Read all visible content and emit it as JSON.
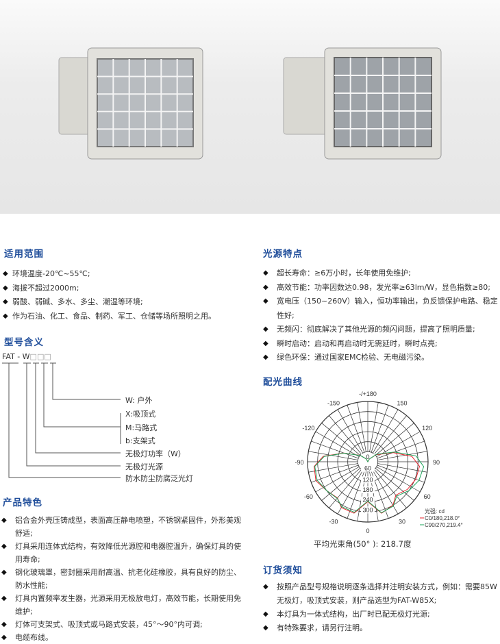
{
  "scope": {
    "title": "适用范围",
    "items": [
      "环境温度-20℃~55℃;",
      "海拔不超过2000m;",
      "弱酸、弱碱、多水、多尘、潮湿等环境;",
      "作为石油、化工、食品、制药、军工、仓储等场所照明之用。"
    ]
  },
  "model": {
    "title": "型号含义",
    "code": "FAT - W",
    "boxes": "□□□",
    "labels": [
      "W:  户外",
      "X:吸顶式",
      "M:马路式",
      "b:支架式",
      "无极灯功率（W）",
      "无极灯光源",
      "防水防尘防腐泛光灯"
    ]
  },
  "features": {
    "title": "产品特色",
    "items": [
      "铝合金外壳压铸成型，表面高压静电喷塑，不锈钢紧固件，外形美观舒适;",
      "灯具采用连体式结构，有效降低光源腔和电器腔温升，确保灯具的使用寿命;",
      "钢化玻璃罩，密封圈采用耐高温、抗老化硅橡胶，具有良好的防尘、防水性能;",
      "灯具内置频率发生器，光源采用无极放电灯，高效节能，长期使用免维护;",
      "灯体可支架式、吸顶式或马路式安装，45°～90°内可调;",
      "电缆布线。"
    ]
  },
  "light_source": {
    "title": "光源特点",
    "items": [
      "超长寿命：≥6万小时，长年使用免维护;",
      "高效节能：功率因数达0.98，发光率≥63lm/W，显色指数≥80;",
      "宽电压（150~260V）输入，恒功率输出，负反馈保护电路、稳定性好;",
      "无频闪：彻底解决了其他光源的频闪问题，提高了照明质量;",
      "瞬时启动：启动和再启动时无需延时，瞬时点亮;",
      "绿色环保：通过国家EMC检验、无电磁污染。"
    ]
  },
  "ordering": {
    "title": "订货须知",
    "items": [
      "按照产品型号规格说明逐条选择并注明安装方式，例如：需要85W无极灯，吸顶式安装，则产品选型为FAT-W85X;",
      "本灯具为一体式结构，出厂时已配无极灯光源;",
      "有特殊要求，请另行注明。"
    ]
  },
  "chart_data": {
    "type": "polar",
    "title": "配光曲线",
    "angle_labels": [
      "-/+180",
      "150",
      "120",
      "90",
      "60",
      "30",
      "0",
      "-30",
      "-60",
      "-90",
      "-120",
      "-150"
    ],
    "radial_labels": [
      "0",
      "60",
      "120",
      "180",
      "240",
      "300"
    ],
    "unit_label": "光强: cd",
    "rmax": 360,
    "angles": [
      0,
      15,
      30,
      40,
      55,
      70,
      85,
      97,
      110,
      130,
      150,
      180
    ],
    "series": [
      {
        "name": "C0/180,218.0°",
        "color": "#e8202a",
        "right": [
          238,
          318,
          300,
          260,
          288,
          305,
          310,
          265,
          160,
          65,
          20,
          0
        ],
        "left": [
          238,
          318,
          316,
          282,
          300,
          330,
          322,
          268,
          152,
          60,
          20,
          0
        ]
      },
      {
        "name": "C90/270,219.4°",
        "color": "#1aa55a",
        "right": [
          235,
          315,
          305,
          268,
          300,
          325,
          335,
          290,
          170,
          70,
          20,
          0
        ],
        "left": [
          235,
          312,
          310,
          285,
          300,
          322,
          318,
          262,
          150,
          58,
          20,
          0
        ]
      }
    ],
    "caption": "平均光束角(50°  ):  218.7度"
  },
  "colors": {
    "heading": "#1f4d9a"
  }
}
